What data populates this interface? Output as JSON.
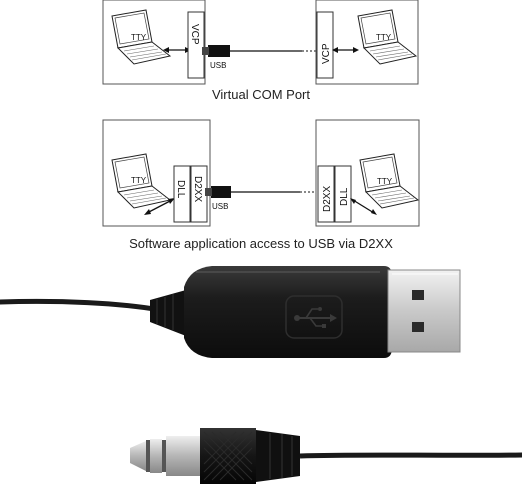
{
  "diagram_top": {
    "left_computer_label": "TTY",
    "left_driver_label": "VCP",
    "usb_plug_label": "USB",
    "right_driver_label": "VCP",
    "right_computer_label": "TTY",
    "caption": "Virtual COM Port"
  },
  "diagram_bottom": {
    "left_computer_label": "TTY",
    "left_dll_label": "DLL",
    "left_d2xx_label": "D2XX",
    "usb_plug_label": "USB",
    "right_d2xx_label": "D2XX",
    "right_dll_label": "DLL",
    "right_computer_label": "TTY",
    "caption": "Software application access to USB via D2XX"
  },
  "colors": {
    "cable": "#1a1a1a",
    "usb_metal": "#d9d9d9",
    "jack_metal": "#c8c8c8"
  },
  "icons": [
    "laptop-icon",
    "usb-trident-icon",
    "double-arrow-icon"
  ]
}
